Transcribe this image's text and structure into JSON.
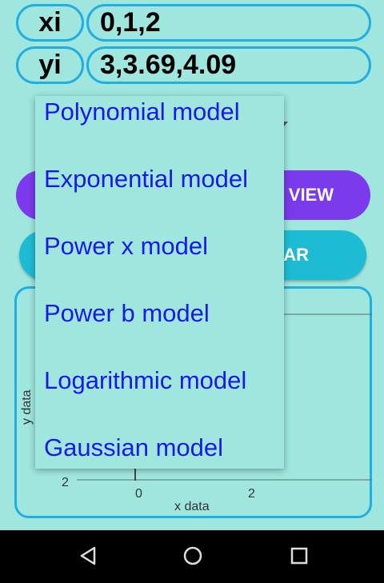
{
  "inputs": {
    "xi": {
      "label": "xi",
      "value": "0,1,2"
    },
    "yi": {
      "label": "yi",
      "value": "3,3.69,4.09"
    }
  },
  "buttons": {
    "view_label_visible": "VIEW",
    "clear_label_visible": "AR"
  },
  "chart_data": {
    "type": "scatter",
    "xlabel": "x data",
    "ylabel": "y data",
    "x_ticks": [
      "0",
      "2"
    ],
    "y_ticks": [
      "2"
    ]
  },
  "dropdown": {
    "items": [
      "Polynomial model",
      "Exponential model",
      "Power x model",
      "Power b model",
      "Logarithmic model",
      "Gaussian model"
    ]
  },
  "navbar": {
    "icons": [
      "back-triangle-icon",
      "home-circle-icon",
      "recents-square-icon"
    ]
  },
  "colors": {
    "background": "#9fe6df",
    "outline": "#22aee0",
    "view_button": "#7c3aed",
    "clear_button": "#1ebcd4",
    "menu_text": "#1a1ae6"
  }
}
